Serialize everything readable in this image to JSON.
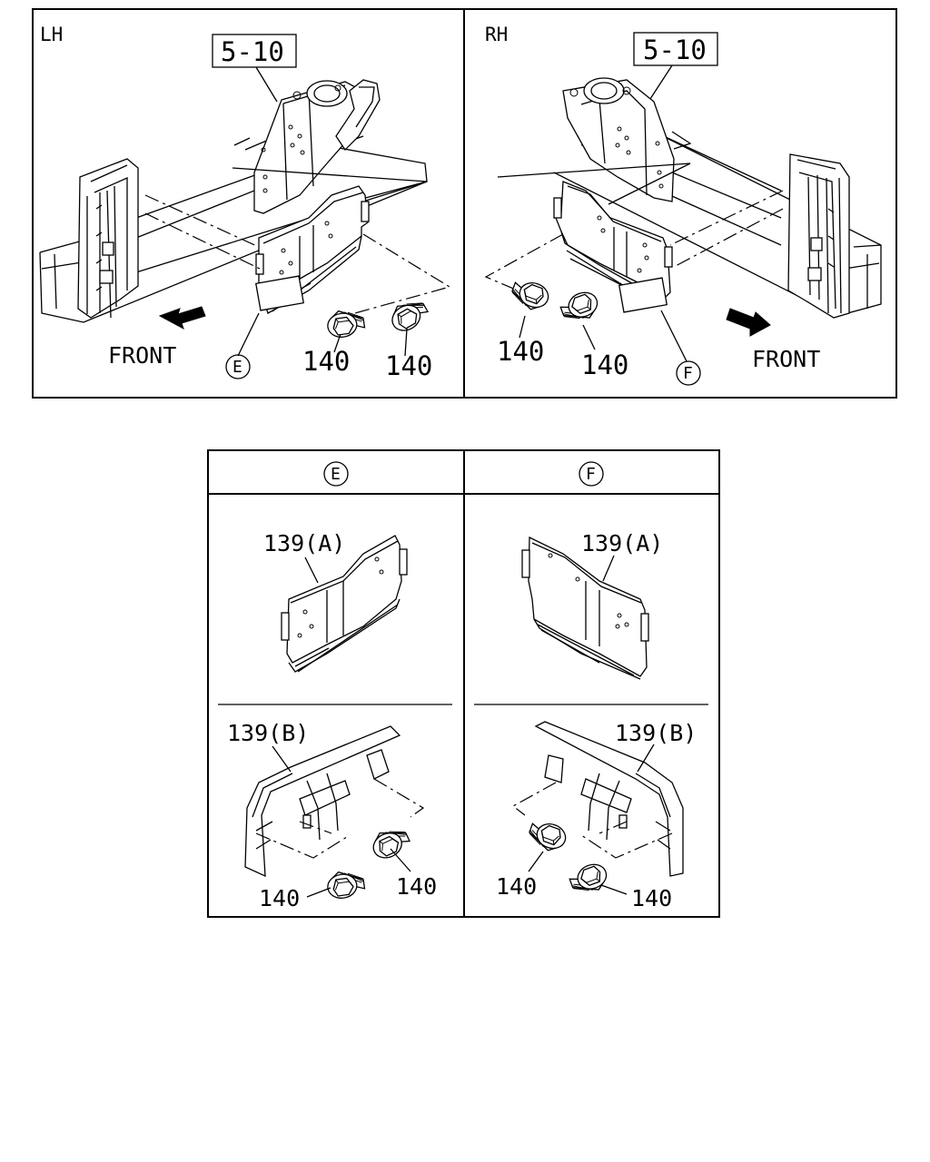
{
  "panels": {
    "lh": {
      "side_label": "LH",
      "ref_label": "5-10",
      "callout": "E",
      "front_label": "FRONT",
      "part_left": "140",
      "part_right": "140"
    },
    "rh": {
      "side_label": "RH",
      "ref_label": "5-10",
      "callout": "F",
      "front_label": "FRONT",
      "part_left": "140",
      "part_right": "140"
    }
  },
  "detail_table": {
    "header_e": "E",
    "header_f": "F",
    "e_a_label": "139(A)",
    "f_a_label": "139(A)",
    "e_b_label": "139(B)",
    "f_b_label": "139(B)",
    "e_b_bolt_left": "140",
    "e_b_bolt_right": "140",
    "f_b_bolt_left": "140",
    "f_b_bolt_right": "140"
  }
}
